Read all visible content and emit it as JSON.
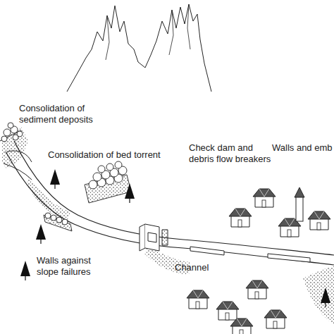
{
  "diagram": {
    "labels": [
      "Consolidation of sediment deposits",
      "Consolidation of bed torrent",
      "Check dam and debris flow breakers",
      "Walls and emb",
      "Walls against slope failures",
      "Channel"
    ]
  }
}
